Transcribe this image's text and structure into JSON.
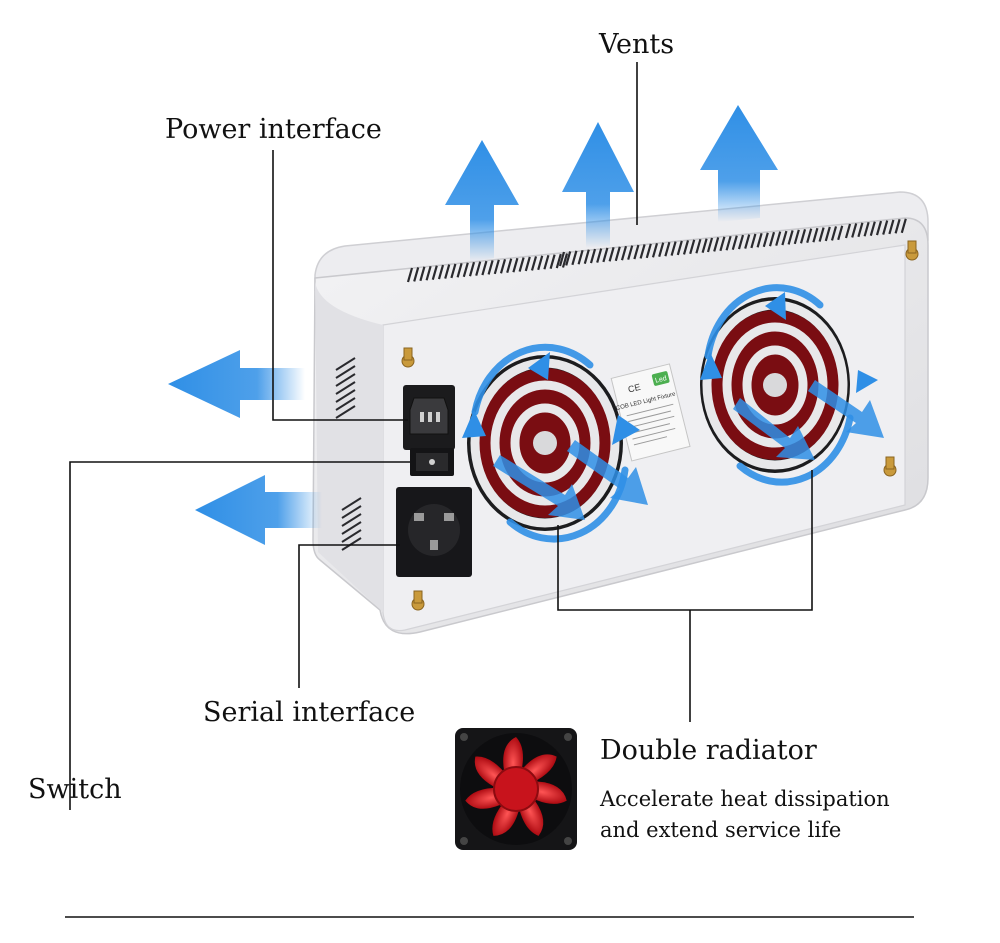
{
  "labels": {
    "vents": "Vents",
    "power_interface": "Power interface",
    "switch": "Switch",
    "serial_interface": "Serial interface",
    "double_radiator": "Double radiator",
    "radiator_desc_line1": "Accelerate heat dissipation",
    "radiator_desc_line2": "and extend service life"
  },
  "product_sticker": {
    "brand": "Led",
    "title": "COB LED Light Fixture",
    "mark": "CE"
  },
  "colors": {
    "arrow_blue": "#2f8fe6",
    "housing": "#e9e9ec",
    "fan_red": "#c8131c",
    "leader_line": "#111111"
  },
  "icons": [
    "airflow-arrow-icon",
    "cooling-fan-icon",
    "power-socket-icon",
    "rocker-switch-icon",
    "universal-outlet-icon"
  ]
}
